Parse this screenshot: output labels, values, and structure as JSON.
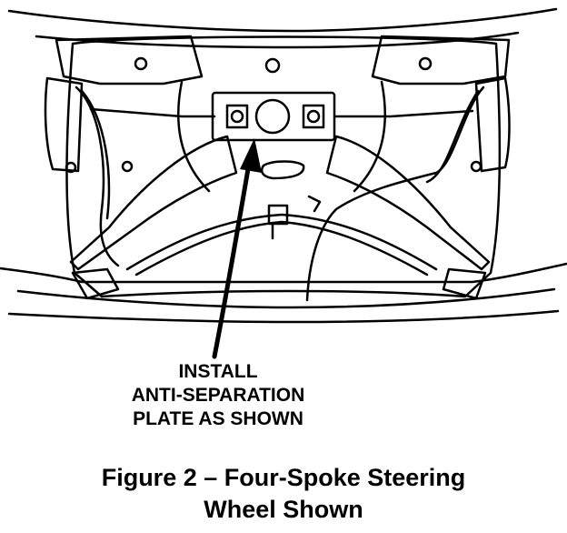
{
  "callout": {
    "lines": [
      "INSTALL",
      "ANTI-SEPARATION",
      "PLATE AS SHOWN"
    ]
  },
  "caption": {
    "line1": "Figure 2 – Four-Spoke Steering",
    "line2": "Wheel Shown"
  }
}
